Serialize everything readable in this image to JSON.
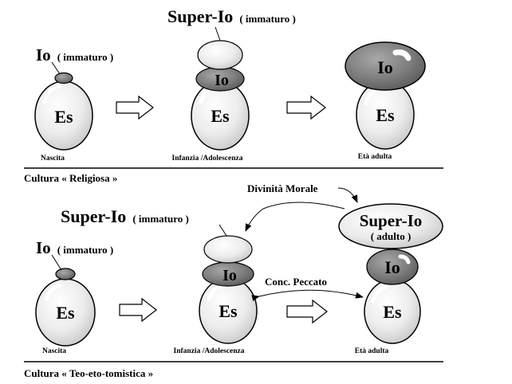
{
  "labels": {
    "es": "Es",
    "io": "Io",
    "io_immature_suffix": "( immaturo )",
    "superio": "Super-Io",
    "superio_immature_suffix": "( immaturo )",
    "superio_adult_suffix": "( adulto )",
    "stage_birth": "Nascita",
    "stage_childhood": "Infanzia /Adolescenza",
    "stage_adult": "Età adulta"
  },
  "section1": {
    "caption": "Cultura « Religiosa »"
  },
  "section2": {
    "caption": "Cultura « Teo-eto-tomistica »",
    "arrow_top_label": "Divinità Morale",
    "arrow_mid_label": "Conc. Peccato"
  },
  "colors": {
    "light_bubble": "#e9e9e9",
    "dark_bubble": "#7d7d7d",
    "outline": "#000000",
    "highlight": "#ffffff"
  }
}
